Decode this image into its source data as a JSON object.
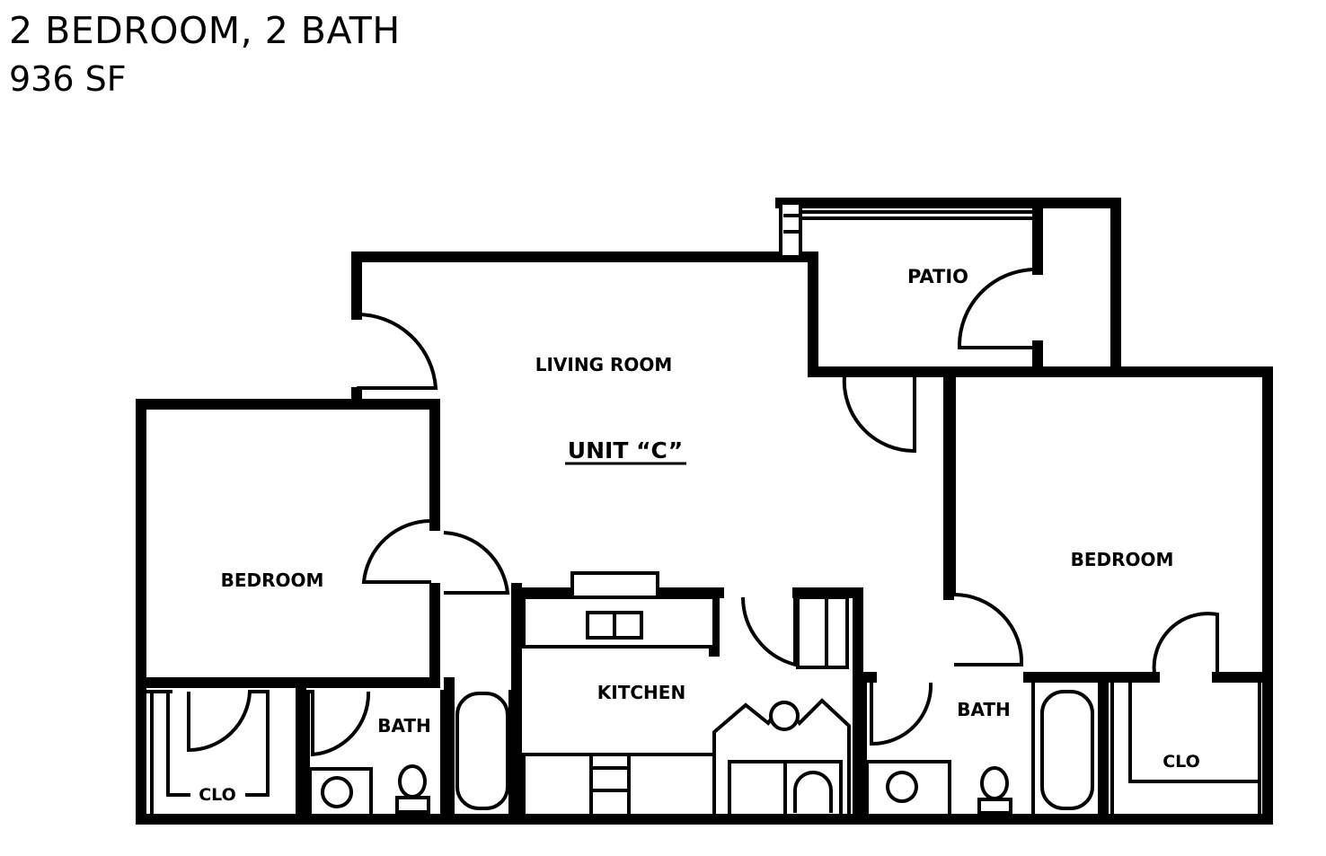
{
  "header": {
    "title": "2 BEDROOM, 2 BATH",
    "area": "936 SF"
  },
  "plan": {
    "unit_label": "UNIT “C”",
    "rooms": {
      "living_room": "LIVING ROOM",
      "patio": "PATIO",
      "bedroom_left": "BEDROOM",
      "bedroom_right": "BEDROOM",
      "kitchen": "KITCHEN",
      "bath_left": "BATH",
      "bath_right": "BATH",
      "closet_left": "CLO",
      "closet_right": "CLO"
    }
  },
  "colors": {
    "line": "#000000",
    "background": "#ffffff"
  }
}
